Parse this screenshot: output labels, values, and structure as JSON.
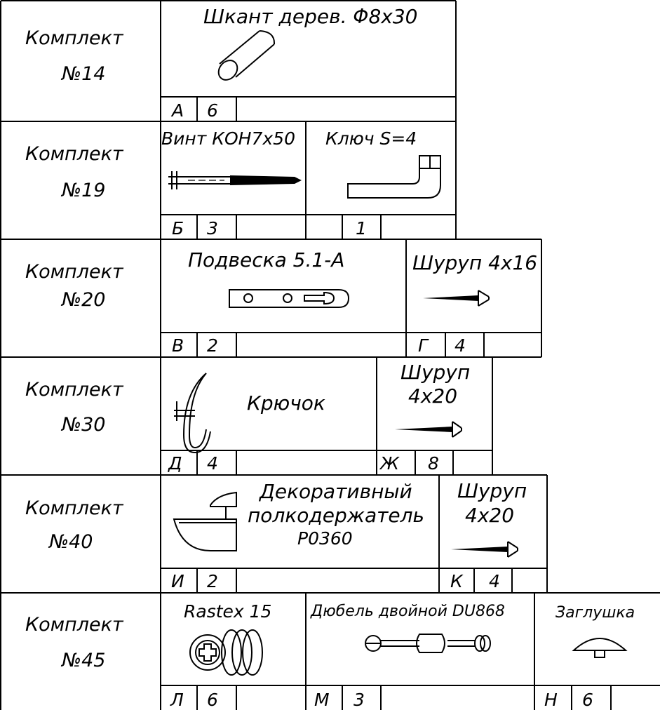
{
  "kits": [
    {
      "label": "Комплект",
      "number": "№14",
      "items": [
        {
          "name": "Шкант дерев. Φ8x30",
          "letter": "А",
          "qty": "6",
          "icon": "wooden-dowel"
        }
      ]
    },
    {
      "label": "Комплект",
      "number": "№19",
      "items": [
        {
          "name": "Винт КОН7х50",
          "letter": "Б",
          "qty": "3",
          "icon": "confirmat-screw"
        },
        {
          "name": "Ключ S=4",
          "letter": "",
          "qty": "1",
          "icon": "hex-key"
        }
      ]
    },
    {
      "label": "Комплект",
      "number": "№20",
      "items": [
        {
          "name": "Подвеска 5.1-А",
          "letter": "В",
          "qty": "2",
          "icon": "hanger-plate"
        },
        {
          "name": "Шуруп 4х16",
          "letter": "Г",
          "qty": "4",
          "icon": "wood-screw"
        }
      ]
    },
    {
      "label": "Комплект",
      "number": "№30",
      "items": [
        {
          "name": "Крючок",
          "letter": "Д",
          "qty": "4",
          "icon": "hook"
        },
        {
          "name_line1": "Шуруп",
          "name_line2": "4х20",
          "letter": "Ж",
          "qty": "8",
          "icon": "wood-screw"
        }
      ]
    },
    {
      "label": "Комплект",
      "number": "№40",
      "items": [
        {
          "name_line1": "Декоративный",
          "name_line2": "полкодержатель",
          "name_line3": "Р0360",
          "letter": "И",
          "qty": "2",
          "icon": "shelf-holder"
        },
        {
          "name_line1": "Шуруп",
          "name_line2": "4х20",
          "letter": "К",
          "qty": "4",
          "icon": "wood-screw"
        }
      ]
    },
    {
      "label": "Комплект",
      "number": "№45",
      "items": [
        {
          "name": "Rastex 15",
          "letter": "Л",
          "qty": "6",
          "icon": "cam-lock"
        },
        {
          "name": "Дюбель двойной DU868",
          "letter": "М",
          "qty": "3",
          "icon": "double-dowel"
        },
        {
          "name": "Заглушка",
          "letter": "Н",
          "qty": "6",
          "icon": "cap-plug"
        }
      ]
    }
  ]
}
